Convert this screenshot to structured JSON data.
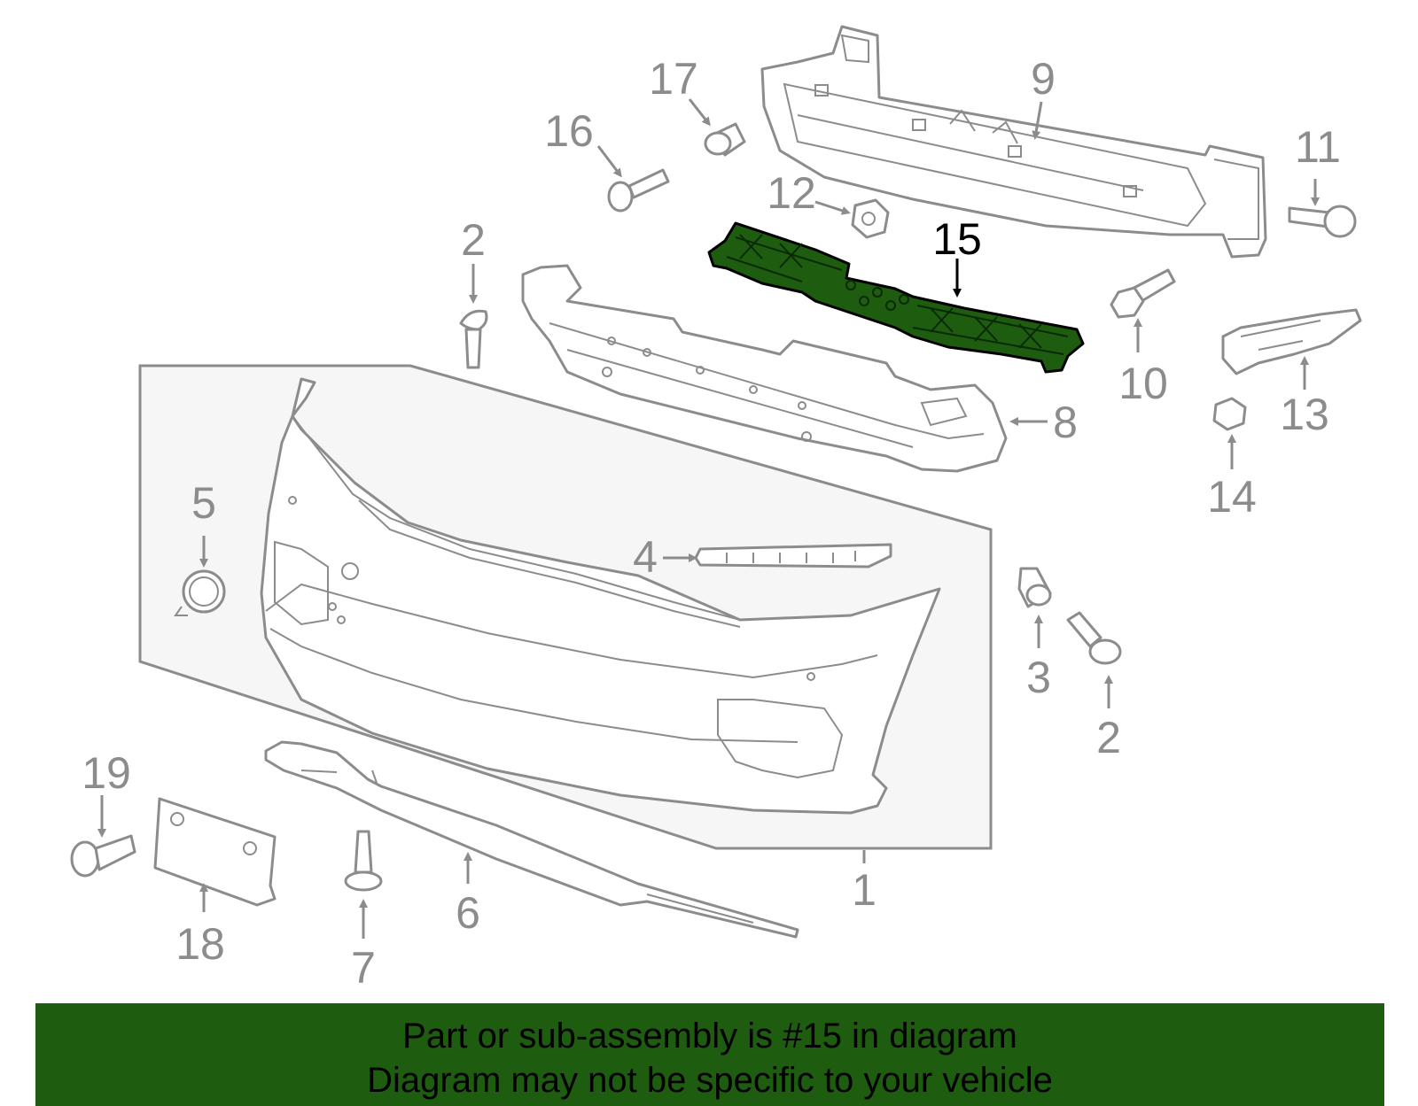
{
  "diagram": {
    "highlighted_part": "15",
    "highlight_color": "#1e5c10",
    "line_color": "#8c8c8c",
    "callouts": {
      "c1": "1",
      "c2a": "2",
      "c2b": "2",
      "c3": "3",
      "c4": "4",
      "c5": "5",
      "c6": "6",
      "c7": "7",
      "c8": "8",
      "c9": "9",
      "c10": "10",
      "c11": "11",
      "c12": "12",
      "c13": "13",
      "c14": "14",
      "c15": "15",
      "c16": "16",
      "c17": "17",
      "c18": "18",
      "c19": "19"
    }
  },
  "banner": {
    "line1": "Part or sub-assembly is #15 in diagram",
    "line2": "Diagram may not be specific to your vehicle",
    "background": "#1e5c10"
  }
}
